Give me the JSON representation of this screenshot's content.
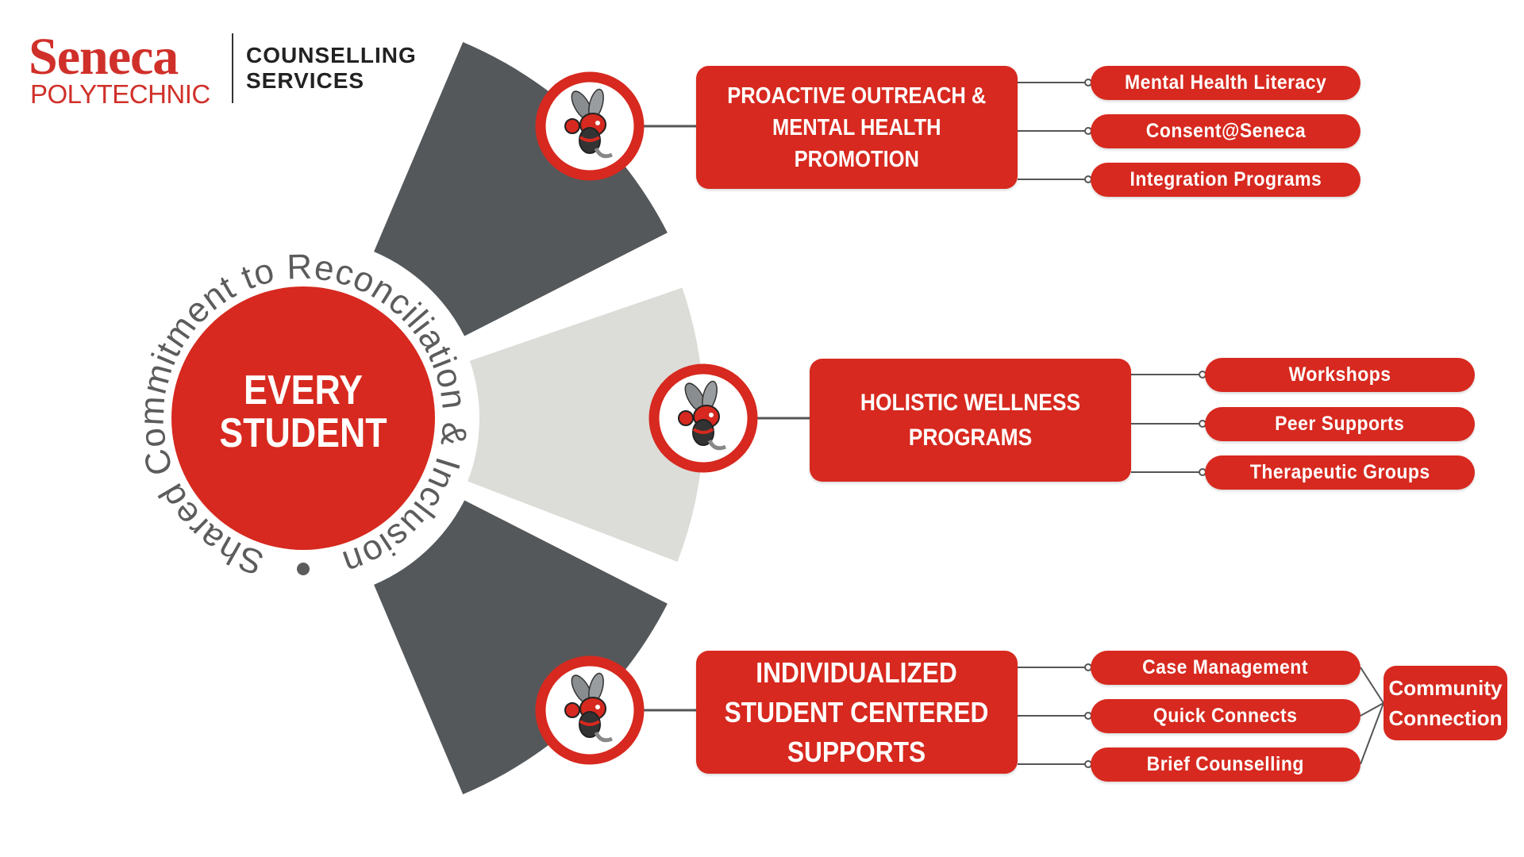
{
  "logo": {
    "brand": "Seneca",
    "subbrand": "POLYTECHNIC",
    "service_line1": "COUNSELLING",
    "service_line2": "SERVICES"
  },
  "center": {
    "line1": "EVERY",
    "line2": "STUDENT",
    "ring_text": "Shared Commitment to Reconciliation & Inclusion"
  },
  "pillars": [
    {
      "icon": "hornet-mascot-icon",
      "title_lines": [
        "PROACTIVE OUTREACH &",
        "MENTAL HEALTH",
        "PROMOTION"
      ],
      "items": [
        "Mental Health Literacy",
        "Consent@Seneca",
        "Integration Programs"
      ]
    },
    {
      "icon": "hornet-mascot-icon",
      "title_lines": [
        "HOLISTIC WELLNESS",
        "PROGRAMS"
      ],
      "items": [
        "Workshops",
        "Peer Supports",
        "Therapeutic Groups"
      ]
    },
    {
      "icon": "hornet-mascot-icon",
      "title_lines": [
        "INDIVIDUALIZED",
        "STUDENT CENTERED",
        "SUPPORTS"
      ],
      "items": [
        "Case Management",
        "Quick Connects",
        "Brief Counselling"
      ]
    }
  ],
  "community": {
    "line1": "Community",
    "line2": "Connection"
  },
  "colors": {
    "red": "#d7291f",
    "dark_grey": "#54585b",
    "light_grey": "#dcdcd8",
    "text_grey": "#5c5c5c"
  }
}
